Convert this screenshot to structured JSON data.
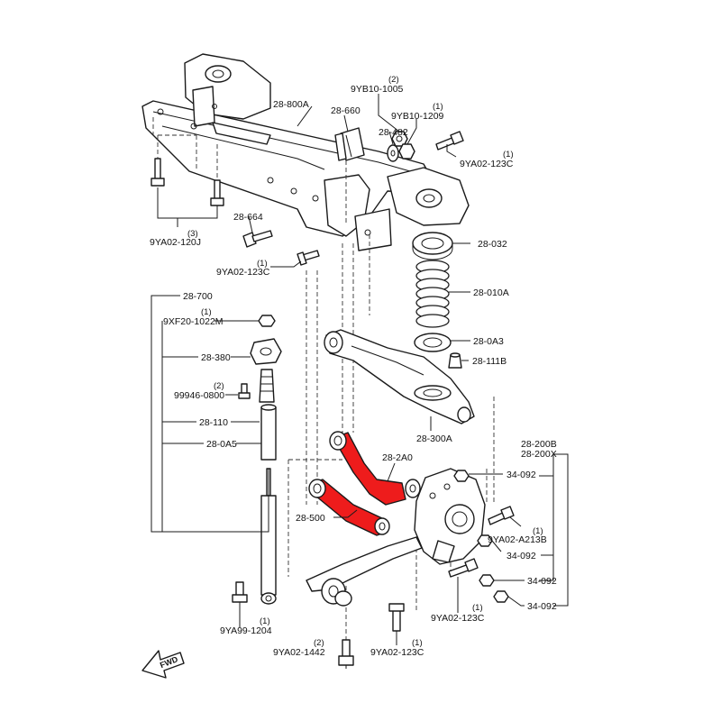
{
  "diagram": {
    "accent_color": "#ee1c1c",
    "fwd_marker": "FWD",
    "labels": {
      "l_28_800A": "28-800A",
      "l_28_660": "28-660",
      "l_9YB10_1005": "9YB10-1005",
      "q_9YB10_1005": "(2)",
      "l_9YB10_1209": "9YB10-1209",
      "q_9YB10_1209": "(1)",
      "l_28_482": "28-482",
      "l_9YA02_123C_top": "9YA02-123C",
      "q_9YA02_123C_top": "(1)",
      "l_9YA02_120J": "9YA02-120J",
      "q_9YA02_120J": "(3)",
      "l_28_664": "28-664",
      "l_9YA02_123C_mid": "9YA02-123C",
      "q_9YA02_123C_mid": "(1)",
      "l_28_032": "28-032",
      "l_28_010A": "28-010A",
      "l_28_0A3": "28-0A3",
      "l_28_111B": "28-111B",
      "l_28_300A": "28-300A",
      "l_28_700": "28-700",
      "l_9XF20_1022M": "9XF20-1022M",
      "q_9XF20_1022M": "(1)",
      "l_28_380": "28-380",
      "l_99946_0800": "99946-0800",
      "q_99946_0800": "(2)",
      "l_28_110": "28-110",
      "l_28_0A5": "28-0A5",
      "l_28_2A0": "28-2A0",
      "l_28_200B": "28-200B",
      "l_28_200X": "28-200X",
      "l_34_092_a": "34-092",
      "l_9YA02_A213B": "9YA02-A213B",
      "q_9YA02_A213B": "(1)",
      "l_28_500": "28-500",
      "l_34_092_b": "34-092",
      "l_34_092_c": "34-092",
      "l_34_092_d": "34-092",
      "l_9YA02_123C_low": "9YA02-123C",
      "q_9YA02_123C_low": "(1)",
      "l_9YA99_1204": "9YA99-1204",
      "q_9YA99_1204": "(1)",
      "l_9YA02_1442": "9YA02-1442",
      "q_9YA02_1442": "(2)",
      "l_9YA02_123C_bot": "9YA02-123C",
      "q_9YA02_123C_bot": "(1)"
    }
  }
}
